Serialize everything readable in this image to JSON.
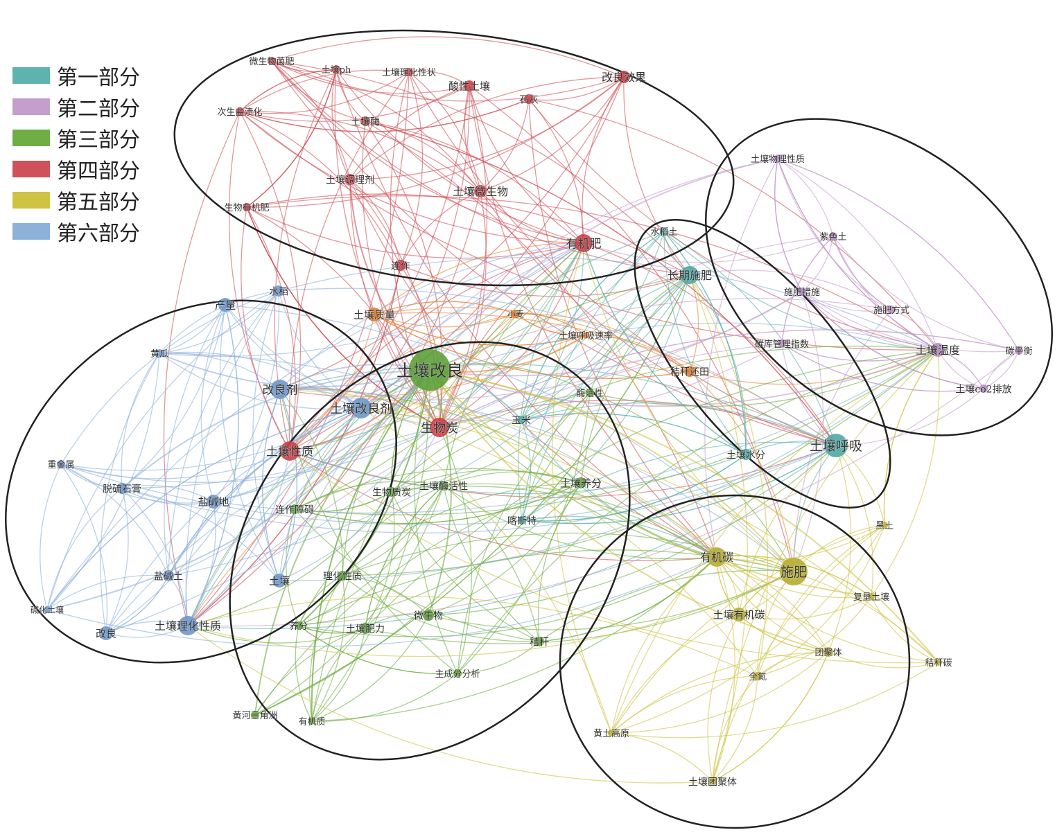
{
  "legend": [
    {
      "label": "第一部分",
      "color": "#5fb3ae"
    },
    {
      "label": "第二部分",
      "color": "#c49fcb"
    },
    {
      "label": "第三部分",
      "color": "#6fae45"
    },
    {
      "label": "第四部分",
      "color": "#cf5159"
    },
    {
      "label": "第五部分",
      "color": "#cfc345"
    },
    {
      "label": "第六部分",
      "color": "#8eb1da"
    }
  ],
  "extra_color": "#e8893a",
  "nodes": [
    {
      "label": "微生物菌肥",
      "group": 3
    },
    {
      "label": "土壤ph",
      "group": 3
    },
    {
      "label": "土壤理化性状",
      "group": 3
    },
    {
      "label": "酸性土壤",
      "group": 3
    },
    {
      "label": "石灰",
      "group": 3
    },
    {
      "label": "改良效果",
      "group": 3
    },
    {
      "label": "次生盐渍化",
      "group": 3
    },
    {
      "label": "土壤酶",
      "group": 3
    },
    {
      "label": "土壤调理剂",
      "group": 3
    },
    {
      "label": "土壤微生物",
      "group": 3
    },
    {
      "label": "生物有机肥",
      "group": 3
    },
    {
      "label": "有机肥",
      "group": 3
    },
    {
      "label": "连作",
      "group": 3
    },
    {
      "label": "生物炭",
      "group": 3
    },
    {
      "label": "土壤性质",
      "group": 3
    },
    {
      "label": "土壤质量",
      "group": 6
    },
    {
      "label": "小麦",
      "group": 6
    },
    {
      "label": "土壤呼吸速率",
      "group": 6
    },
    {
      "label": "秸秆还田",
      "group": 6
    },
    {
      "label": "水稻土",
      "group": 0
    },
    {
      "label": "长期施肥",
      "group": 0
    },
    {
      "label": "土壤呼吸",
      "group": 0
    },
    {
      "label": "土壤水分",
      "group": 0
    },
    {
      "label": "玉米",
      "group": 0
    },
    {
      "label": "喀斯特",
      "group": 0
    },
    {
      "label": "土壤物理性质",
      "group": 1
    },
    {
      "label": "紫色土",
      "group": 1
    },
    {
      "label": "施肥措施",
      "group": 1
    },
    {
      "label": "施肥方式",
      "group": 1
    },
    {
      "label": "碳库管理指数",
      "group": 1
    },
    {
      "label": "土壤温度",
      "group": 1
    },
    {
      "label": "碳平衡",
      "group": 1
    },
    {
      "label": "土壤co2排放",
      "group": 1
    },
    {
      "label": "土壤改良",
      "group": 2
    },
    {
      "label": "酶活性",
      "group": 2
    },
    {
      "label": "土壤养分",
      "group": 2
    },
    {
      "label": "土壤酶活性",
      "group": 2
    },
    {
      "label": "生物质炭",
      "group": 2
    },
    {
      "label": "连作障碍",
      "group": 2
    },
    {
      "label": "理化性质",
      "group": 2
    },
    {
      "label": "微生物",
      "group": 2
    },
    {
      "label": "养分",
      "group": 2
    },
    {
      "label": "土壤肥力",
      "group": 2
    },
    {
      "label": "秸秆",
      "group": 2
    },
    {
      "label": "主成分分析",
      "group": 2
    },
    {
      "label": "黄河三角洲",
      "group": 2
    },
    {
      "label": "有机质",
      "group": 2
    },
    {
      "label": "水稻",
      "group": 5
    },
    {
      "label": "产量",
      "group": 5
    },
    {
      "label": "黄瓜",
      "group": 5
    },
    {
      "label": "改良剂",
      "group": 5
    },
    {
      "label": "土壤改良剂",
      "group": 5
    },
    {
      "label": "重金属",
      "group": 5
    },
    {
      "label": "脱硫石膏",
      "group": 5
    },
    {
      "label": "盐碱地",
      "group": 5
    },
    {
      "label": "盐碱土",
      "group": 5
    },
    {
      "label": "土壤",
      "group": 5
    },
    {
      "label": "碱化土壤",
      "group": 5
    },
    {
      "label": "改良",
      "group": 5
    },
    {
      "label": "土壤理化性质",
      "group": 5
    },
    {
      "label": "有机碳",
      "group": 4
    },
    {
      "label": "施肥",
      "group": 4
    },
    {
      "label": "黑土",
      "group": 4
    },
    {
      "label": "复垦土壤",
      "group": 4
    },
    {
      "label": "土壤有机碳",
      "group": 4
    },
    {
      "label": "团聚体",
      "group": 4
    },
    {
      "label": "秸秆碳",
      "group": 4
    },
    {
      "label": "全氮",
      "group": 4
    },
    {
      "label": "黄土高原",
      "group": 4
    },
    {
      "label": "土壤团聚体",
      "group": 4
    }
  ]
}
